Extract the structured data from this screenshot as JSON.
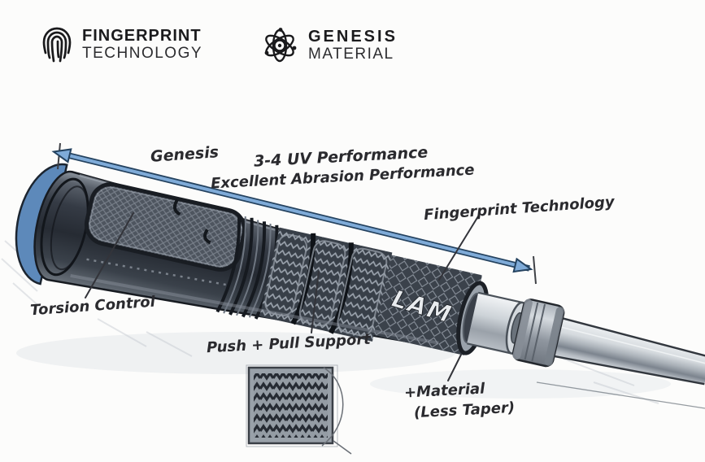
{
  "page": {
    "background": "#fcfcfb"
  },
  "header": {
    "fingerprint_badge": {
      "icon": "fingerprint-icon",
      "title": "FINGERPRINT",
      "subtitle": "TECHNOLOGY"
    },
    "genesis_badge": {
      "icon": "atom-icon",
      "title": "GENESIS",
      "subtitle": "MATERIAL"
    }
  },
  "diagram": {
    "dimension_arrow": {
      "fill": "#7fabd8",
      "outline": "#24425f"
    },
    "labels": {
      "genesis": "Genesis",
      "uv_performance": "3-4 UV Performance",
      "abrasion": "Excellent Abrasion Performance",
      "fingerprint_technology": "Fingerprint Technology",
      "torsion_control": "Torsion Control",
      "push_pull": "Push + Pull Support",
      "material": "+Material",
      "less_taper": "(Less Taper)"
    },
    "grip_brand_text": "LAM",
    "colors": {
      "grip_dark": "#2c313a",
      "accent_blue": "#5d89ba",
      "ink": "#2a2a2e"
    }
  }
}
